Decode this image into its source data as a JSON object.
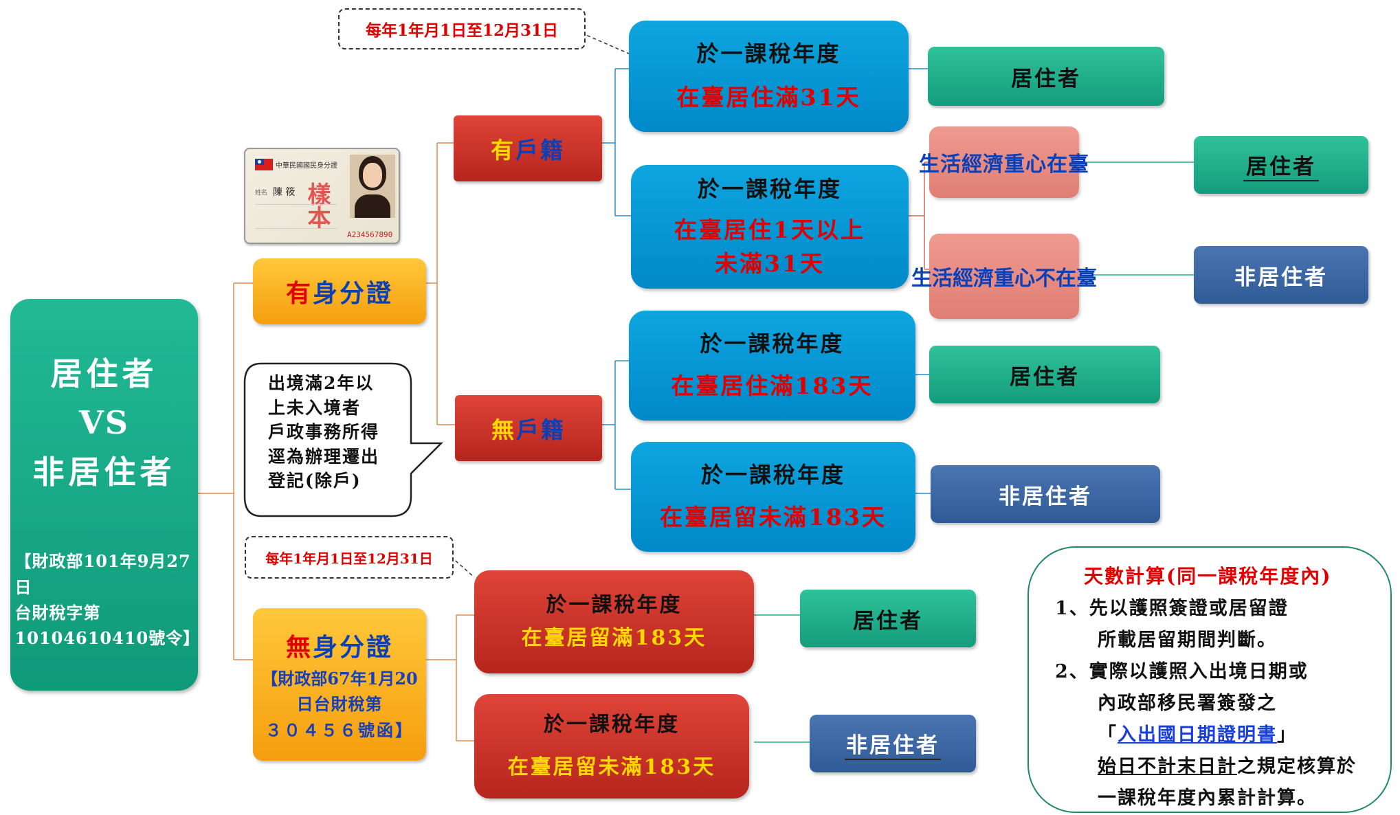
{
  "root": {
    "line1": "居住者",
    "line2": "VS",
    "line3": "非居住者",
    "cite_1": "【財政部101年9月27日",
    "cite_2": "台財稅字第",
    "cite_3": "10104610410號令】"
  },
  "id_card": {
    "title": "中華民國國民身分證",
    "name_label": "姓名",
    "name": "陳 筱",
    "sample": "樣本",
    "number": "A234567890"
  },
  "has_id": {
    "prefix": "有",
    "rest": "身分證"
  },
  "no_id": {
    "prefix": "無",
    "rest": "身分證",
    "cite_1": "【財政部67年1月20",
    "cite_2": "日台財稅第",
    "cite_3": "３０４５６號函】"
  },
  "has_household": {
    "prefix": "有",
    "rest": "戶籍"
  },
  "no_household": {
    "prefix": "無",
    "rest": "戶籍"
  },
  "callout": {
    "line1": "出境滿2年以",
    "line2": "上未入境者",
    "line3": "戶政事務所得",
    "line4": "逕為辦理遷出",
    "line5": "登記(除戶)"
  },
  "date_note_top": "每年1年月1日至12月31日",
  "date_note_bottom": "每年1年月1日至12月31日",
  "conditions": {
    "hh_31": {
      "heading": "於一課稅年度",
      "value": "在臺居住滿31天"
    },
    "hh_1to31": {
      "heading": "於一課稅年度",
      "value_1": "在臺居住1天以上",
      "value_2": "未滿31天"
    },
    "nh_183": {
      "heading": "於一課稅年度",
      "value": "在臺居住滿183天"
    },
    "nh_lt183": {
      "heading": "於一課稅年度",
      "value": "在臺居留未滿183天"
    },
    "ni_183": {
      "heading": "於一課稅年度",
      "value": "在臺居留滿183天"
    },
    "ni_lt183": {
      "heading": "於一課稅年度",
      "value": "在臺居留未滿183天"
    }
  },
  "life_center": {
    "in": "生活經濟重心在臺",
    "out": "生活經濟重心不在臺"
  },
  "results": {
    "r1": "居住者",
    "r2": "居住者",
    "r3": "非居住者",
    "r4": "居住者",
    "r5": "非居住者",
    "r6": "居住者",
    "r7": "非居住者"
  },
  "day_count": {
    "title": "天數計算(同一課稅年度內)",
    "item1_a": "1、先以護照簽證或居留證",
    "item1_b": "所載居留期間判斷。",
    "item2_a": "2、實際以護照入出境日期或",
    "item2_b": "內政部移民署簽發之",
    "item2_c_open": "「",
    "item2_c_link": "入出國日期證明書",
    "item2_c_close": "」",
    "item2_d_u": "始日不計末日計",
    "item2_d_rest": "之規定核算於",
    "item2_e": "一課稅年度內累計計算。"
  },
  "colors": {
    "teal": "#149c7c",
    "blue": "#0089c9",
    "red": "#c0281f",
    "orange": "#f59e0e",
    "navy": "#2f5b96",
    "pink": "#e07e74",
    "text_red": "#e00000"
  }
}
